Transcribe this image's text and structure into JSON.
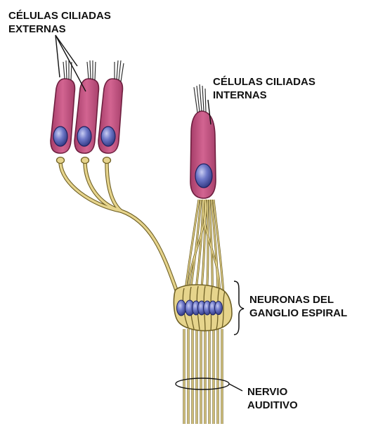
{
  "labels": {
    "outer_hair_cells": {
      "line1": "CÉLULAS CILIADAS",
      "line2": "EXTERNAS"
    },
    "inner_hair_cells": {
      "line1": "CÉLULAS CILIADAS",
      "line2": "INTERNAS"
    },
    "spiral_ganglion_neurons": {
      "line1": "NEURONAS DEL",
      "line2": "GANGLIO ESPIRAL"
    },
    "auditory_nerve": {
      "line1": "NERVIO",
      "line2": "AUDITIVO"
    }
  },
  "colors": {
    "hair_cell_fill": "#c85583",
    "hair_cell_stroke": "#6e1f3f",
    "nucleus_fill": "#5a63b8",
    "nucleus_highlight": "#c9cdf2",
    "nerve_fill": "#e6d48c",
    "nerve_stroke": "#6f6025",
    "text": "#111111"
  }
}
